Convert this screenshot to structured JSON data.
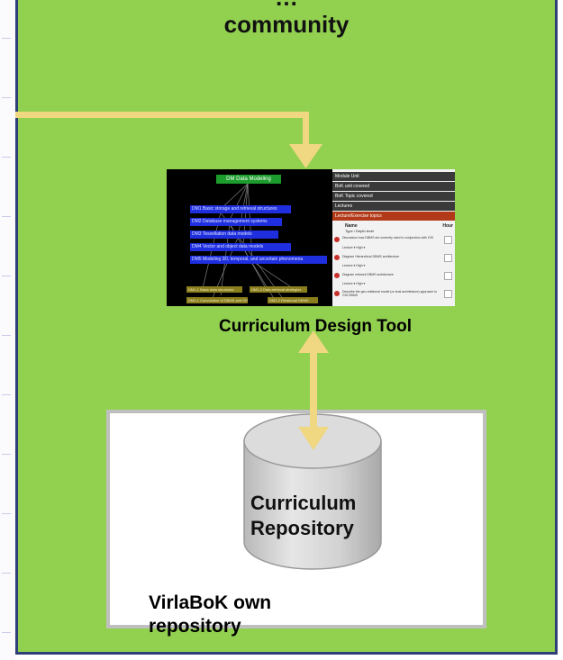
{
  "page": {
    "title_fragment": "community",
    "colors": {
      "panel": "#92d050",
      "border": "#2f3f7a",
      "arrow": "#f0d782",
      "repo_box_border": "#bfbfbf"
    }
  },
  "tool": {
    "caption": "Curriculum Design Tool",
    "root_node": "DM  Data Modeling",
    "dm_nodes": [
      "DM1 Basic storage and retrieval structures",
      "DM2 Database management systems",
      "DM3 Tessellation data models",
      "DM4 Vector and object data models",
      "DM5 Modeling 3D, temporal, and uncertain phenomena"
    ],
    "sub_nodes": [
      "DM1-1 Basic data structures",
      "DM1-2 Data retrieval strategies",
      "DM2-1 Coevolution of DBMS and GIS",
      "DM2-2 Relational DBMS"
    ],
    "side_bars": [
      "Module Unit",
      "BoK unit covered",
      "BoK Topic covered",
      "Lectures",
      "Lecture/Exercise topics"
    ],
    "side_header_name": "Name",
    "side_header_type": "Type / Depth level",
    "side_header_hours": "Hour",
    "side_rows": [
      "Discussion how DBMS are currently used in conjunction with GIS",
      "Lecture  ▾  High  ▾",
      "Diagram Hierarchical DBMS architecture",
      "Lecture  ▾  High  ▾",
      "Diagram network DBMS architecture",
      "Lecture  ▾  High  ▾",
      "Describe the geo-relational model (or dual architecture) approach to GIS DBMS"
    ]
  },
  "repository": {
    "cylinder_label_line1": "Curriculum",
    "cylinder_label_line2": "Repository",
    "box_label_line1": "VirlaBoK own",
    "box_label_line2": "repository"
  }
}
